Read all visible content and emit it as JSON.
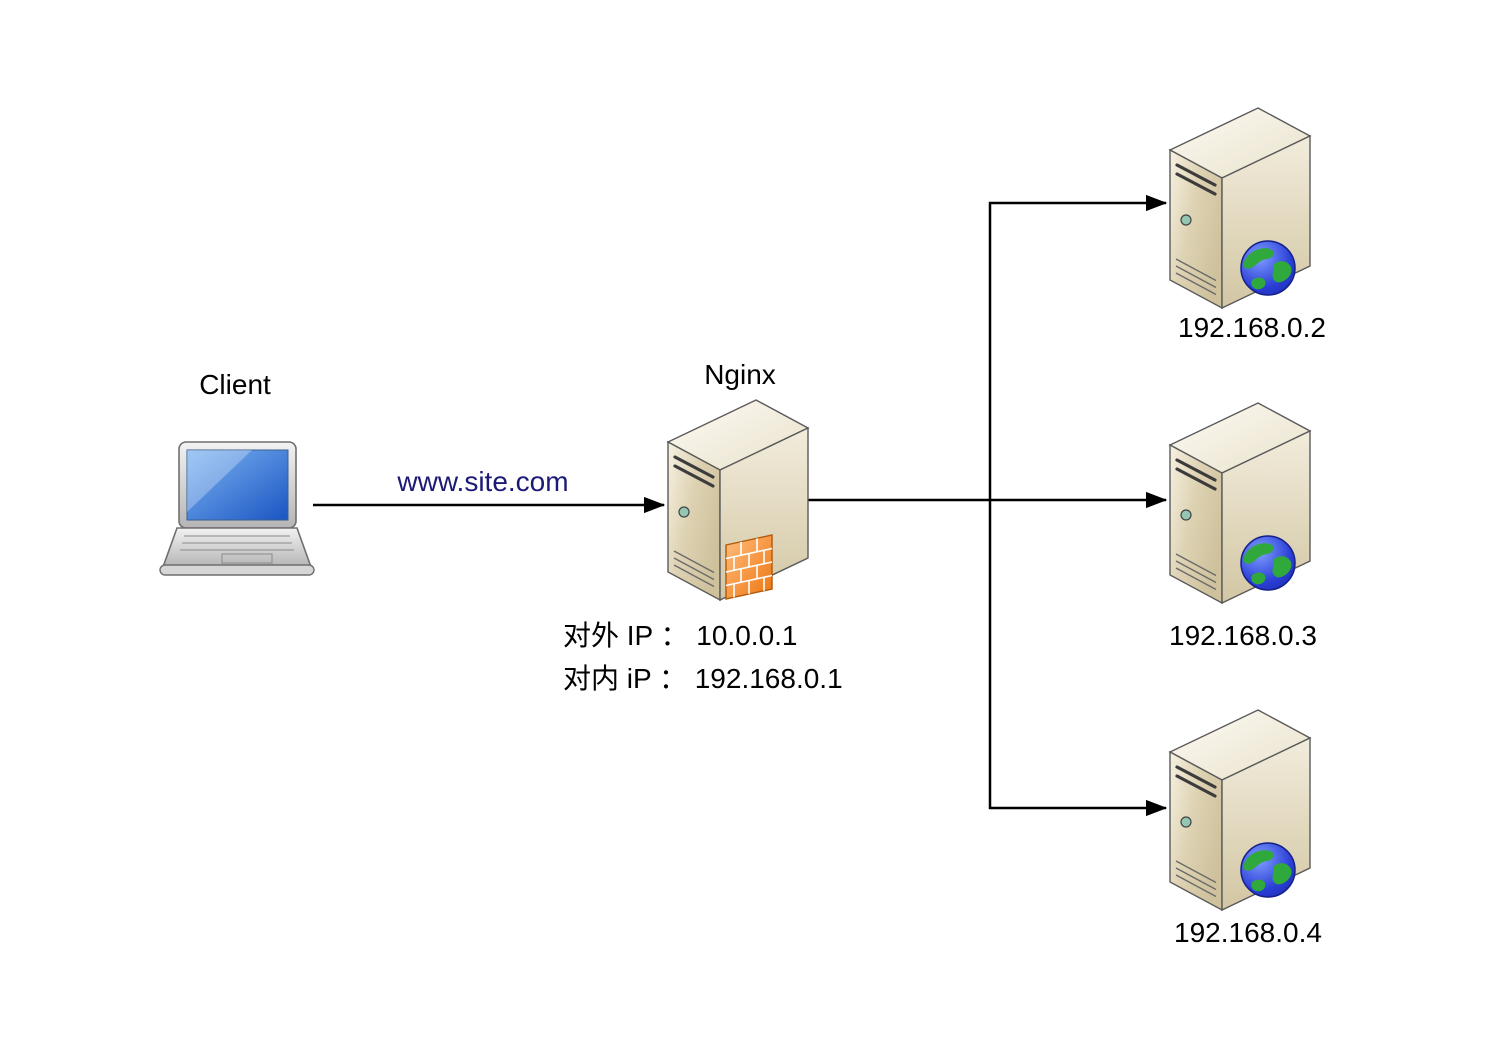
{
  "client": {
    "label": "Client"
  },
  "link": {
    "label": "www.site.com"
  },
  "nginx": {
    "label": "Nginx",
    "external_ip": "对外 IP ： 10.0.0.1",
    "internal_ip": "对内 iP ： 192.168.0.1"
  },
  "backends": [
    {
      "label": "192.168.0.2"
    },
    {
      "label": "192.168.0.3"
    },
    {
      "label": "192.168.0.4"
    }
  ],
  "colors": {
    "arrow": "#000000",
    "link_label": "#1b1b75",
    "server_front": "#ddd2b2",
    "server_side": "#e9e0c8",
    "server_top": "#f7f4ea",
    "firewall_orange": "#ee7511",
    "globe_ocean": "#2b3fd6",
    "globe_land": "#2fa83c",
    "laptop_screen": "#2a6fd8"
  }
}
